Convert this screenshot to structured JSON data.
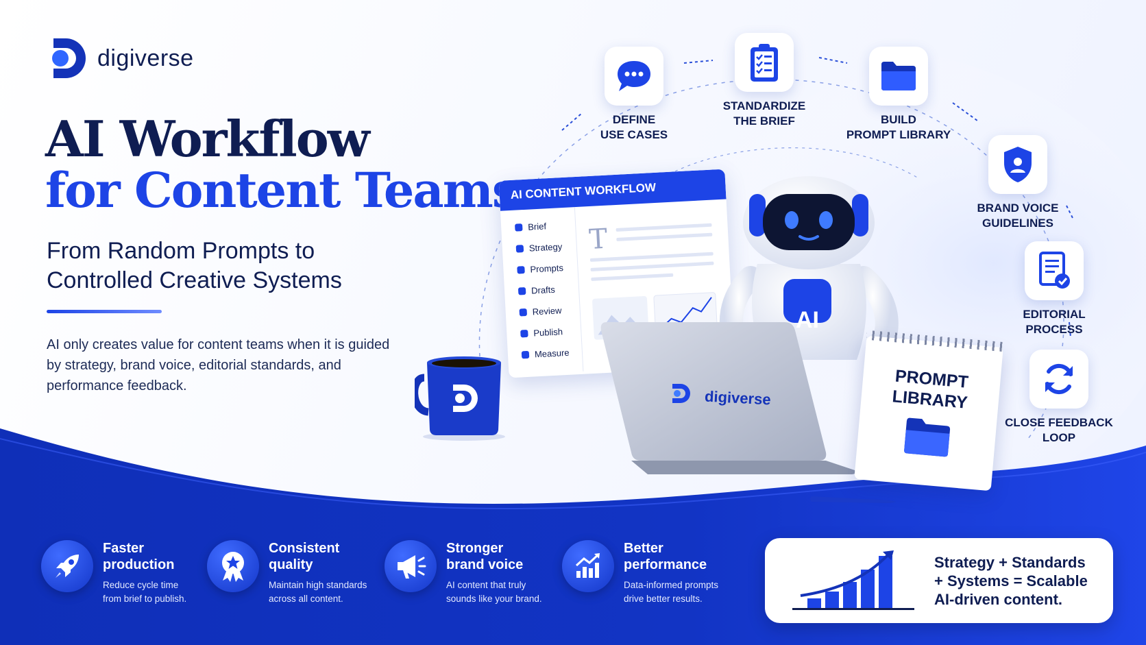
{
  "brand": {
    "name": "digiverse",
    "accent": "#1d44e6",
    "navy": "#0f1d52"
  },
  "headline": {
    "line1": "AI Workflow",
    "line2": "for Content Teams"
  },
  "subheadline": {
    "line1": "From Random Prompts to",
    "line2": "Controlled Creative Systems"
  },
  "intro": "AI only creates value for content teams when it is guided by strategy, brand voice, editorial standards, and performance feedback.",
  "steps": [
    {
      "line1": "DEFINE",
      "line2": "USE CASES",
      "icon": "chat-bubble-icon"
    },
    {
      "line1": "STANDARDIZE",
      "line2": "THE BRIEF",
      "icon": "clipboard-checklist-icon"
    },
    {
      "line1": "BUILD",
      "line2": "PROMPT LIBRARY",
      "icon": "folder-icon"
    },
    {
      "line1": "BRAND VOICE",
      "line2": "GUIDELINES",
      "icon": "shield-user-icon"
    },
    {
      "line1": "EDITORIAL",
      "line2": "PROCESS",
      "icon": "document-check-icon"
    },
    {
      "line1": "CLOSE FEEDBACK",
      "line2": "LOOP",
      "icon": "refresh-icon"
    }
  ],
  "workflow_card": {
    "title": "AI CONTENT WORKFLOW",
    "items": [
      "Brief",
      "Strategy",
      "Prompts",
      "Drafts",
      "Review",
      "Publish",
      "Measure"
    ]
  },
  "robot_badge": "AI",
  "laptop_brand": "digiverse",
  "notepad": {
    "line1": "PROMPT",
    "line2": "LIBRARY"
  },
  "features": [
    {
      "line1": "Faster",
      "line2": "production",
      "desc1": "Reduce cycle time",
      "desc2": "from brief to publish.",
      "icon": "rocket-icon"
    },
    {
      "line1": "Consistent",
      "line2": "quality",
      "desc1": "Maintain high standards",
      "desc2": "across all content.",
      "icon": "award-badge-icon"
    },
    {
      "line1": "Stronger",
      "line2": "brand voice",
      "desc1": "AI content that truly",
      "desc2": "sounds like your brand.",
      "icon": "megaphone-icon"
    },
    {
      "line1": "Better",
      "line2": "performance",
      "desc1": "Data-informed prompts",
      "desc2": "drive better results.",
      "icon": "growth-chart-icon"
    }
  ],
  "summary": {
    "line1": "Strategy + Standards",
    "line2": "+ Systems = Scalable",
    "line3": "AI-driven content."
  }
}
